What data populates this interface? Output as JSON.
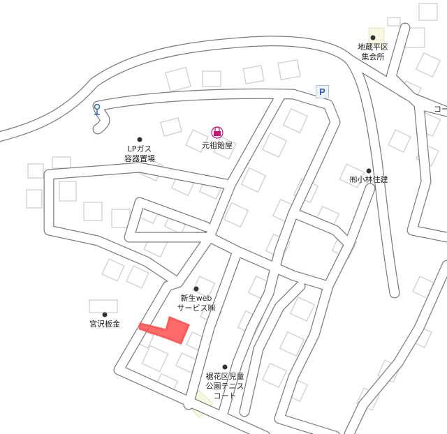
{
  "map": {
    "highlight_color": "#ff5a5a",
    "parking_label": "P",
    "pois": [
      {
        "name": "地蔵平区",
        "name2": "集会所"
      },
      {
        "name": "元祖飴屋",
        "icon": "shopping-bag-icon"
      },
      {
        "name": "LPガス",
        "name2": "容器置場"
      },
      {
        "name": "㈲小林住建"
      },
      {
        "name": "新生web",
        "name2": "サービス㈱"
      },
      {
        "name": "宮沢板金"
      },
      {
        "name": "裾花区児童",
        "name2": "公園テニス",
        "name3": "コート"
      },
      {
        "name": "コー"
      }
    ]
  }
}
